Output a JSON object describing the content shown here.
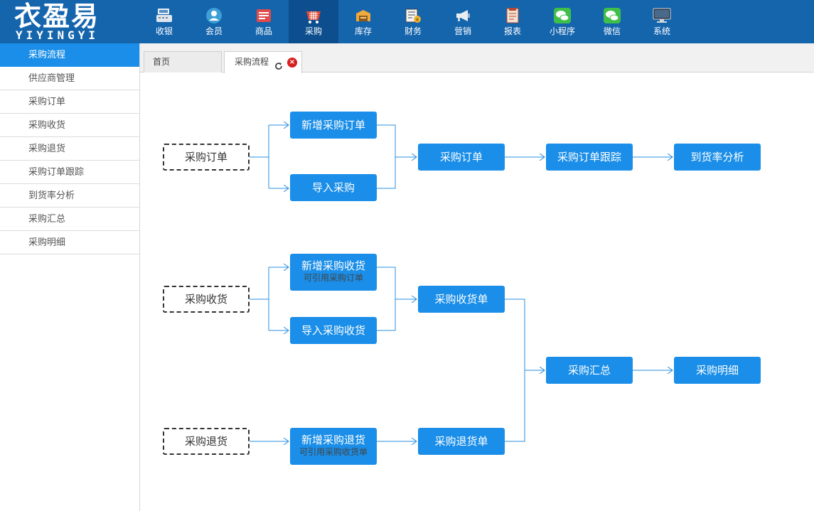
{
  "app": {
    "logo_main": "衣盈易",
    "logo_sub": "YIYINGYI"
  },
  "nav": [
    {
      "label": "收银",
      "icon": "cash-register-icon"
    },
    {
      "label": "会员",
      "icon": "member-icon"
    },
    {
      "label": "商品",
      "icon": "product-icon"
    },
    {
      "label": "采购",
      "icon": "purchase-basket-icon"
    },
    {
      "label": "库存",
      "icon": "inventory-icon"
    },
    {
      "label": "财务",
      "icon": "finance-icon"
    },
    {
      "label": "营销",
      "icon": "megaphone-icon"
    },
    {
      "label": "报表",
      "icon": "report-icon"
    },
    {
      "label": "小程序",
      "icon": "wechat-icon"
    },
    {
      "label": "微信",
      "icon": "wechat-icon"
    },
    {
      "label": "系统",
      "icon": "monitor-icon"
    }
  ],
  "nav_active": 3,
  "sidebar": {
    "items": [
      {
        "label": "采购流程"
      },
      {
        "label": "供应商管理"
      },
      {
        "label": "采购订单"
      },
      {
        "label": "采购收货"
      },
      {
        "label": "采购退货"
      },
      {
        "label": "采购订单跟踪"
      },
      {
        "label": "到货率分析"
      },
      {
        "label": "采购汇总"
      },
      {
        "label": "采购明细"
      }
    ]
  },
  "tabs": {
    "home": "首页",
    "current": "采购流程"
  },
  "colors": {
    "topbar": "#1565ad",
    "accent": "#1a8ee8",
    "line": "#2a8fe0"
  },
  "flow": {
    "order_start": "采购订单",
    "new_order": "新增采购订单",
    "import_order": "导入采购",
    "order": "采购订单",
    "order_tracking": "采购订单跟踪",
    "arrival_rate": "到货率分析",
    "receive_start": "采购收货",
    "new_receive": "新增采购收货",
    "new_receive_note": "可引用采购订单",
    "import_receive": "导入采购收货",
    "receive_doc": "采购收货单",
    "summary": "采购汇总",
    "detail": "采购明细",
    "return_start": "采购退货",
    "new_return": "新增采购退货",
    "new_return_note": "可引用采购收货单",
    "return_doc": "采购退货单"
  }
}
